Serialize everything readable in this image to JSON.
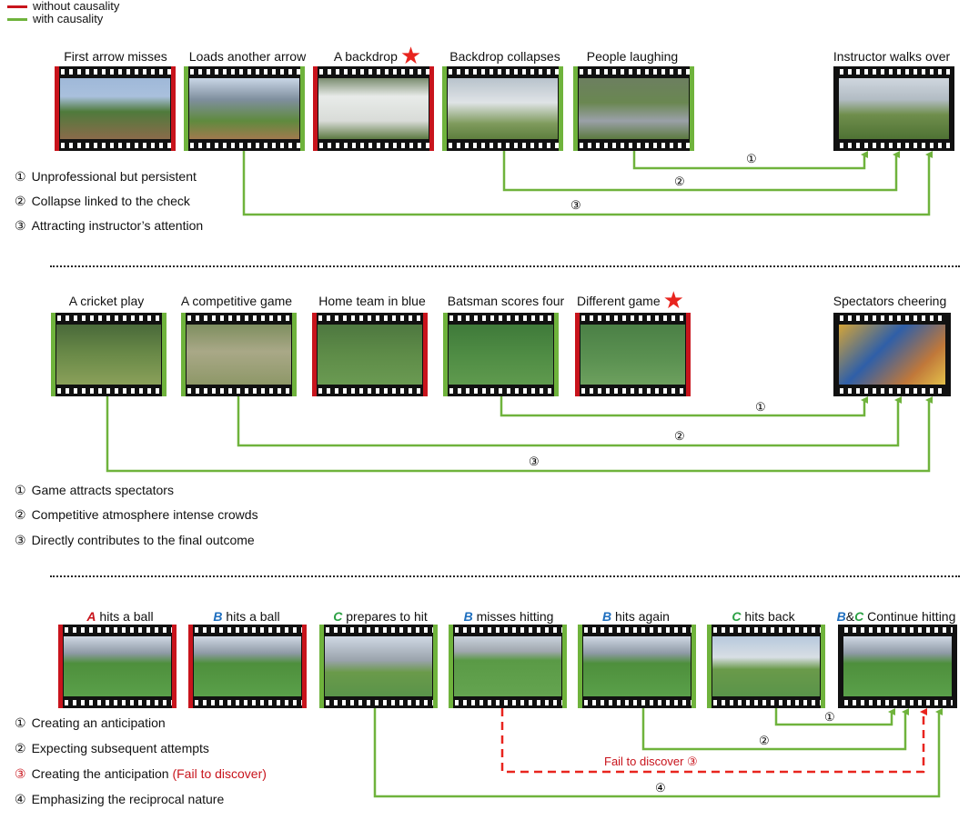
{
  "legend": {
    "without": "without causality",
    "with": "with causality",
    "colors": {
      "without": "#c8141c",
      "with": "#6fb33c"
    }
  },
  "panel1": {
    "titles": [
      {
        "text": "First arrow misses"
      },
      {
        "text": "Loads another arrow"
      },
      {
        "text": "A backdrop",
        "star": "★"
      },
      {
        "text": "Backdrop collapses"
      },
      {
        "text": "People laughing"
      },
      {
        "text": "Instructor walks over"
      }
    ],
    "arrow_labels": [
      "①",
      "②",
      "③"
    ],
    "notes": [
      {
        "n": "①",
        "text": "Unprofessional but persistent"
      },
      {
        "n": "②",
        "text": "Collapse linked to the check"
      },
      {
        "n": "③",
        "text": "Attracting instructor’s attention"
      }
    ]
  },
  "panel2": {
    "titles": [
      {
        "text": "A cricket play"
      },
      {
        "text": "A competitive game"
      },
      {
        "text": "Home team in blue"
      },
      {
        "text": "Batsman scores four"
      },
      {
        "text": "Different game",
        "star": "★"
      },
      {
        "text": "Spectators cheering"
      }
    ],
    "arrow_labels": [
      "①",
      "②",
      "③"
    ],
    "notes": [
      {
        "n": "①",
        "text": "Game attracts spectators"
      },
      {
        "n": "②",
        "text": "Competitive atmosphere intense crowds"
      },
      {
        "n": "③",
        "text": "Directly contributes to the final outcome"
      }
    ]
  },
  "panel3": {
    "titles": [
      {
        "letter": "A",
        "letter2": "",
        "text": " hits a ball"
      },
      {
        "letter": "B",
        "letter2": "",
        "text": " hits a ball"
      },
      {
        "letter": "C",
        "letter2": "",
        "text": " prepares to hit"
      },
      {
        "letter": "B",
        "letter2": "",
        "text": " misses hitting"
      },
      {
        "letter": "B",
        "letter2": "",
        "text": " hits again"
      },
      {
        "letter": "C",
        "letter2": "",
        "text": " hits back"
      },
      {
        "letter": "B",
        "amp": "&",
        "letter2": "C",
        "text": " Continue hitting"
      }
    ],
    "arrow_labels": [
      "①",
      "②",
      "Fail to discover ③",
      "④"
    ],
    "notes": [
      {
        "n": "①",
        "text": "Creating an anticipation"
      },
      {
        "n": "②",
        "text": "Expecting subsequent attempts"
      },
      {
        "n": "③",
        "text": "Creating the anticipation",
        "extra": " (Fail to discover)"
      },
      {
        "n": "④",
        "text": "Emphasizing the reciprocal nature"
      }
    ],
    "letter_colors": {
      "A": "#c8141c",
      "B": "#1f6fbf",
      "C": "#2aa043"
    }
  }
}
